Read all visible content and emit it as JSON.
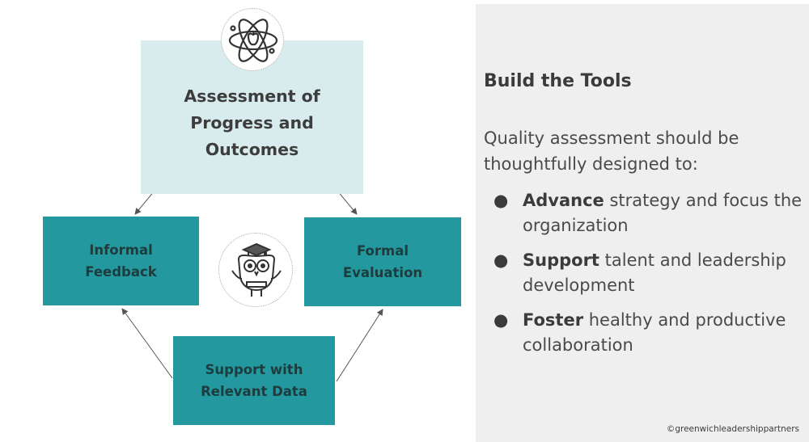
{
  "diagram": {
    "top_box": {
      "lines": [
        "Assessment of",
        "Progress and",
        "Outcomes"
      ]
    },
    "left_box": {
      "lines": [
        "Informal",
        "Feedback"
      ]
    },
    "right_box": {
      "lines": [
        "Formal",
        "Evaluation"
      ]
    },
    "bottom_box": {
      "lines": [
        "Support with",
        "Relevant Data"
      ]
    },
    "icons": {
      "top": "atom-apple-icon",
      "center": "owl-graduate-icon"
    },
    "colors": {
      "top_box_fill": "#d8ecee",
      "teal_box_fill": "#23999f",
      "arrow": "#555555"
    }
  },
  "panel": {
    "title": "Build the Tools",
    "intro": "Quality assessment should be thoughtfully designed to:",
    "bullets": [
      {
        "bold": "Advance",
        "text": " strategy and focus the organization"
      },
      {
        "bold": "Support",
        "text": " talent and leadership development"
      },
      {
        "bold": "Foster",
        "text": " healthy and productive collaboration"
      }
    ],
    "bullet_char": "●",
    "copyright": "©greenwichleadershippartners",
    "background": "#efefef"
  }
}
